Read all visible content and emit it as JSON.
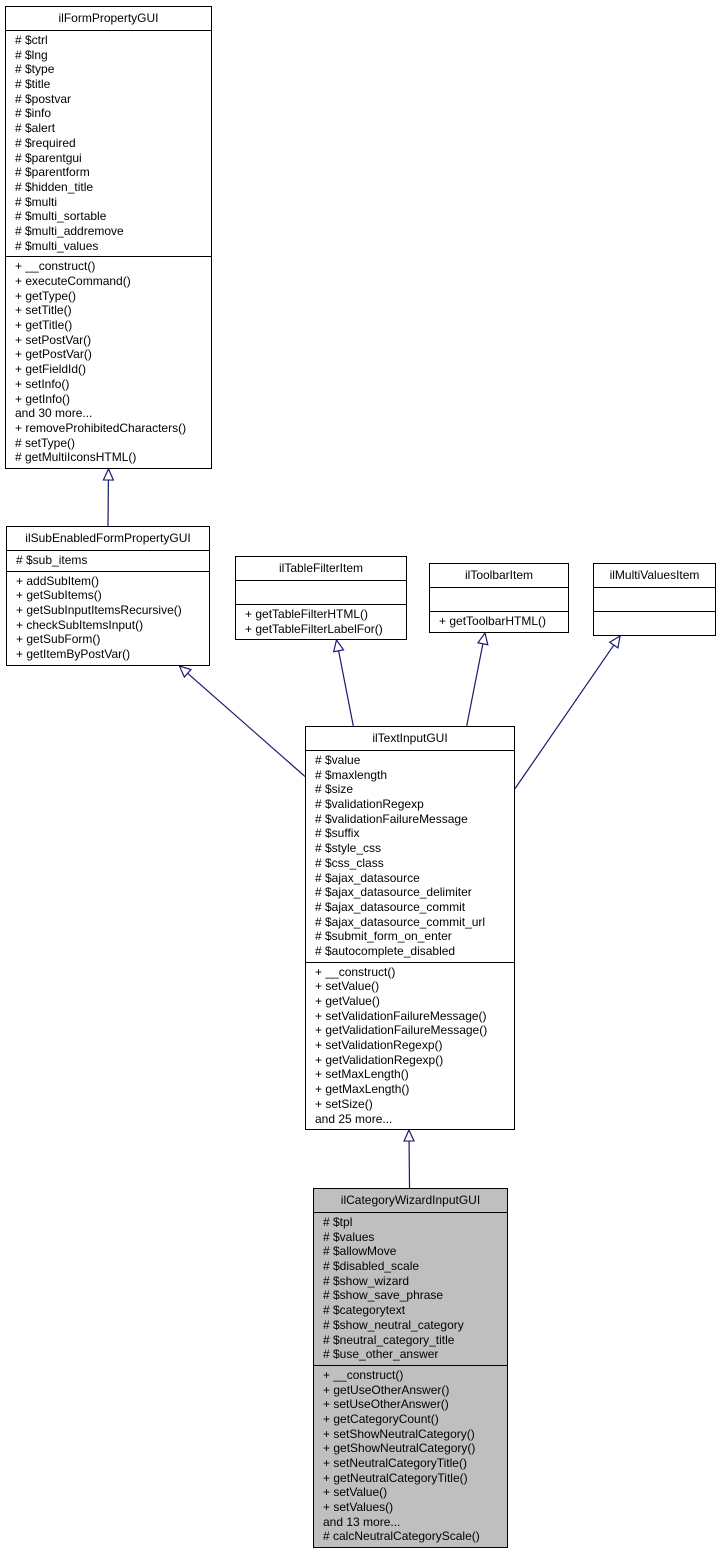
{
  "classes": {
    "ilFormPropertyGUI": {
      "name": "ilFormPropertyGUI",
      "attributes": [
        "# $ctrl",
        "# $lng",
        "# $type",
        "# $title",
        "# $postvar",
        "# $info",
        "# $alert",
        "# $required",
        "# $parentgui",
        "# $parentform",
        "# $hidden_title",
        "# $multi",
        "# $multi_sortable",
        "# $multi_addremove",
        "# $multi_values"
      ],
      "methods": [
        "+ __construct()",
        "+ executeCommand()",
        "+ getType()",
        "+ setTitle()",
        "+ getTitle()",
        "+ setPostVar()",
        "+ getPostVar()",
        "+ getFieldId()",
        "+ setInfo()",
        "+ getInfo()",
        "and 30 more...",
        "+ removeProhibitedCharacters()",
        "# setType()",
        "# getMultiIconsHTML()"
      ]
    },
    "ilSubEnabledFormPropertyGUI": {
      "name": "ilSubEnabledFormPropertyGUI",
      "attributes": [
        "# $sub_items"
      ],
      "methods": [
        "+ addSubItem()",
        "+ getSubItems()",
        "+ getSubInputItemsRecursive()",
        "+ checkSubItemsInput()",
        "+ getSubForm()",
        "+ getItemByPostVar()"
      ]
    },
    "ilTableFilterItem": {
      "name": "ilTableFilterItem",
      "attributes": [],
      "methods": [
        "+ getTableFilterHTML()",
        "+ getTableFilterLabelFor()"
      ]
    },
    "ilToolbarItem": {
      "name": "ilToolbarItem",
      "attributes": [],
      "methods": [
        "+ getToolbarHTML()"
      ]
    },
    "ilMultiValuesItem": {
      "name": "ilMultiValuesItem",
      "attributes": [],
      "methods": []
    },
    "ilTextInputGUI": {
      "name": "ilTextInputGUI",
      "attributes": [
        "# $value",
        "# $maxlength",
        "# $size",
        "# $validationRegexp",
        "# $validationFailureMessage",
        "# $suffix",
        "# $style_css",
        "# $css_class",
        "# $ajax_datasource",
        "# $ajax_datasource_delimiter",
        "# $ajax_datasource_commit",
        "# $ajax_datasource_commit_url",
        "# $submit_form_on_enter",
        "# $autocomplete_disabled"
      ],
      "methods": [
        "+ __construct()",
        "+ setValue()",
        "+ getValue()",
        "+ setValidationFailureMessage()",
        "+ getValidationFailureMessage()",
        "+ setValidationRegexp()",
        "+ getValidationRegexp()",
        "+ setMaxLength()",
        "+ getMaxLength()",
        "+ setSize()",
        "and 25 more..."
      ]
    },
    "ilCategoryWizardInputGUI": {
      "name": "ilCategoryWizardInputGUI",
      "attributes": [
        "# $tpl",
        "# $values",
        "# $allowMove",
        "# $disabled_scale",
        "# $show_wizard",
        "# $show_save_phrase",
        "# $categorytext",
        "# $show_neutral_category",
        "# $neutral_category_title",
        "# $use_other_answer"
      ],
      "methods": [
        "+ __construct()",
        "+ getUseOtherAnswer()",
        "+ setUseOtherAnswer()",
        "+ getCategoryCount()",
        "+ setShowNeutralCategory()",
        "+ getShowNeutralCategory()",
        "+ setNeutralCategoryTitle()",
        "+ getNeutralCategoryTitle()",
        "+ setValue()",
        "+ setValues()",
        "and 13 more...",
        "# calcNeutralCategoryScale()"
      ]
    }
  },
  "edges": [
    {
      "from": "ilSubEnabledFormPropertyGUI",
      "to": "ilFormPropertyGUI"
    },
    {
      "from": "ilTextInputGUI",
      "to": "ilSubEnabledFormPropertyGUI"
    },
    {
      "from": "ilTextInputGUI",
      "to": "ilTableFilterItem"
    },
    {
      "from": "ilTextInputGUI",
      "to": "ilToolbarItem"
    },
    {
      "from": "ilTextInputGUI",
      "to": "ilMultiValuesItem"
    },
    {
      "from": "ilCategoryWizardInputGUI",
      "to": "ilTextInputGUI"
    }
  ],
  "colors": {
    "edge": "#191970",
    "focus_fill": "#bfbfbf",
    "box_border": "#000000"
  }
}
